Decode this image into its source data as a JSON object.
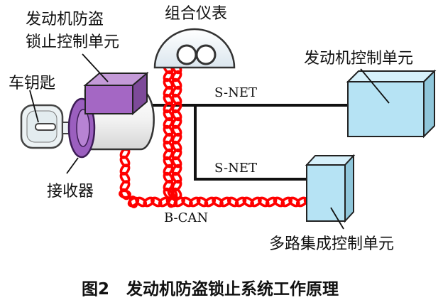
{
  "labels": {
    "immobilizer_ecu": [
      "发动机防盗",
      "锁止控制单元"
    ],
    "instrument_cluster": "组合仪表",
    "key": "车钥匙",
    "receiver": "接收器",
    "engine_ecu": "发动机控制单元",
    "mux_ecu": "多路集成控制单元",
    "snet_top": "S-NET",
    "snet_bottom": "S-NET",
    "bcan": "B-CAN"
  },
  "caption": {
    "figure_no": "图2",
    "title": "发动机防盗锁止系统工作原理"
  },
  "colors": {
    "purple_box": "#a467c4",
    "cyan_box": "#b6e3f4",
    "can_red": "#ff0000",
    "wire": "#111111",
    "receiver_ring": "#9b5fbf"
  }
}
